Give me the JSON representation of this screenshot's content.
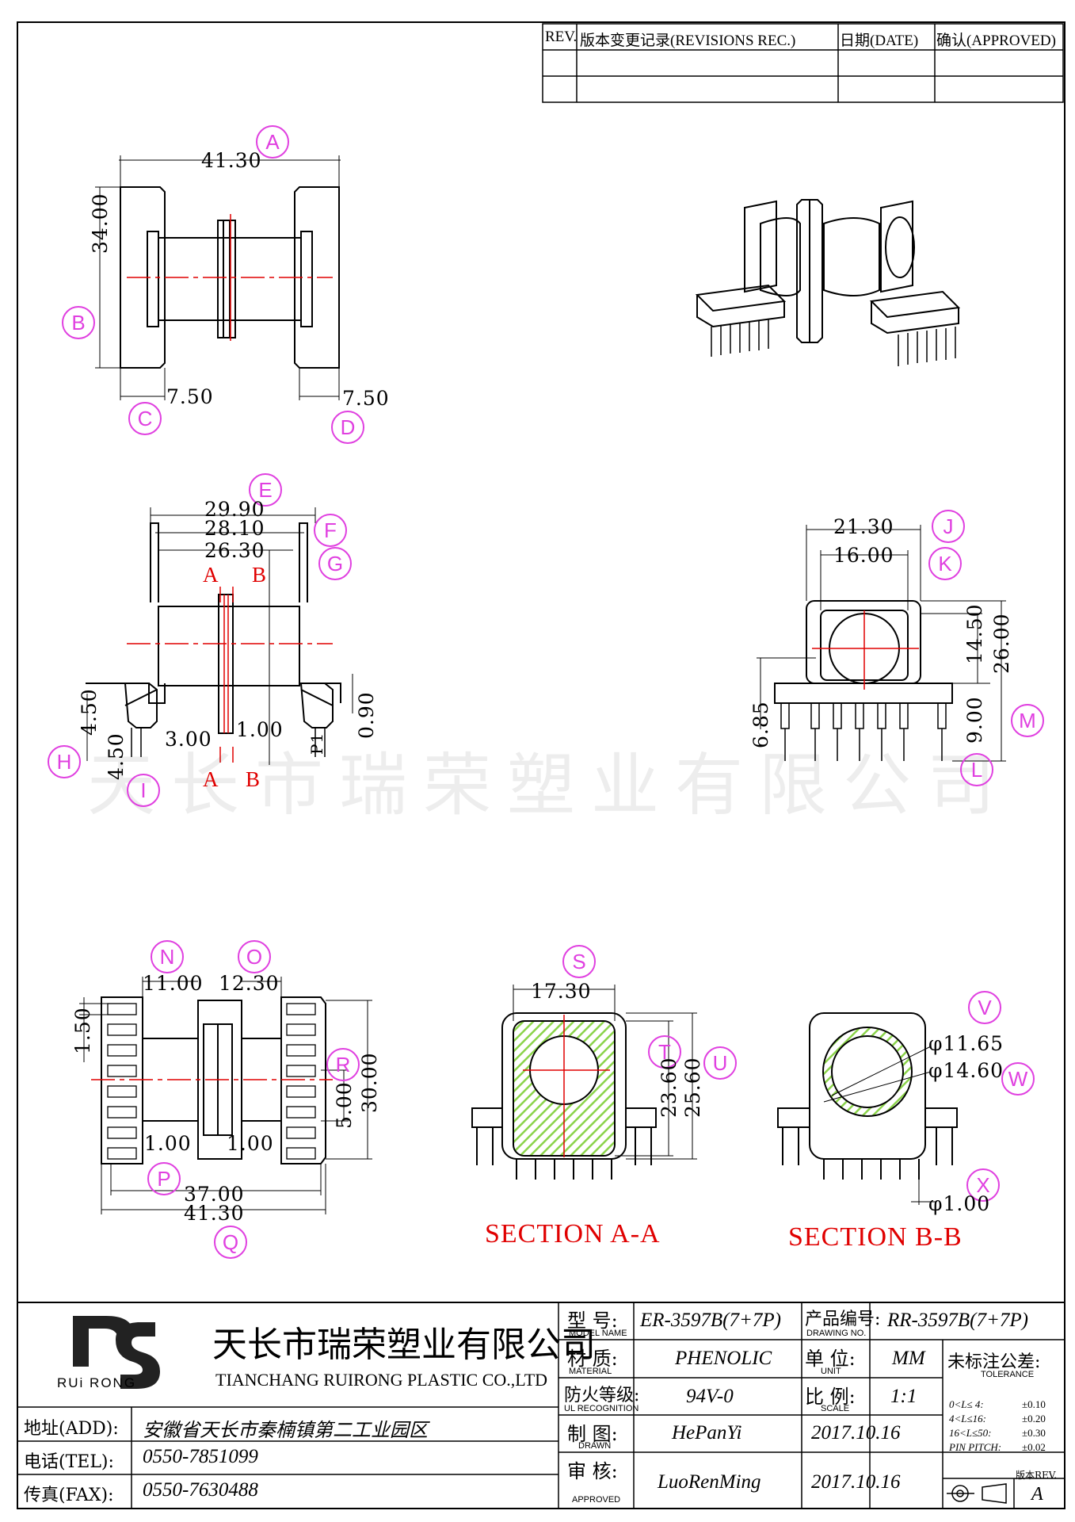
{
  "revision_table": {
    "headers": [
      "REV.",
      "版本变更记录(REVISIONS REC.)",
      "日期(DATE)",
      "确认(APPROVED)"
    ]
  },
  "watermark": "天长市瑞荣塑业有限公司",
  "callouts": [
    "A",
    "B",
    "C",
    "D",
    "E",
    "F",
    "G",
    "H",
    "I",
    "J",
    "K",
    "L",
    "M",
    "N",
    "O",
    "P",
    "Q",
    "R",
    "S",
    "T",
    "U",
    "V",
    "W",
    "X"
  ],
  "dimensions": {
    "top_view": {
      "width": "41.30",
      "height": "34.00",
      "left_flange": "7.50",
      "right_flange": "7.50"
    },
    "front_view": {
      "d1": "29.90",
      "d2": "28.10",
      "d3": "26.30",
      "d_h": "4.50",
      "d_i": "4.50",
      "d_gap": "3.00",
      "d_wall": "1.00",
      "d_pin": "0.90",
      "pin_label": "P1",
      "section_a": "A",
      "section_b": "B"
    },
    "side_view": {
      "j": "21.30",
      "k": "16.00",
      "l": "9.00",
      "m": "26.00",
      "h1": "14.50",
      "h2": "6.85"
    },
    "bottom_view": {
      "n": "11.00",
      "o": "12.30",
      "pitch": "1.50",
      "p1": "1.00",
      "p2": "1.00",
      "r": "5.00",
      "r2": "30.00",
      "q1": "37.00",
      "q2": "41.30"
    },
    "section_a": {
      "s": "17.30",
      "t": "23.60",
      "u": "25.60",
      "title": "SECTION A-A"
    },
    "section_b": {
      "v": "φ11.65",
      "w": "φ14.60",
      "x": "φ1.00",
      "title": "SECTION B-B"
    }
  },
  "title_block": {
    "company_cn": "天长市瑞荣塑业有限公司",
    "company_en": "TIANCHANG RUIRONG PLASTIC CO.,LTD",
    "logo_text": "RUi RONG",
    "address_label": "地址(ADD):",
    "address": "安徽省天长市秦楠镇第二工业园区",
    "tel_label": "电话(TEL):",
    "tel": "0550-7851099",
    "fax_label": "传真(FAX):",
    "fax": "0550-7630488",
    "model_label_cn": "型  号:",
    "model_label_en": "MODEL NAME",
    "model": "ER-3597B(7+7P)",
    "drawing_label_cn": "产品编号:",
    "drawing_label_en": "DRAWING NO.",
    "drawing_no": "RR-3597B(7+7P)",
    "material_label_cn": "材  质:",
    "material_label_en": "MATERIAL",
    "material": "PHENOLIC",
    "unit_label_cn": "单  位:",
    "unit_label_en": "UNIT",
    "unit": "MM",
    "ul_label_cn": "防火等级:",
    "ul_label_en": "UL RECOGNITION",
    "ul": "94V-0",
    "scale_label_cn": "比  例:",
    "scale_label_en": "SCALE",
    "scale": "1:1",
    "drawn_label_cn": "制  图:",
    "drawn_label_en": "DRAWN",
    "drawn_by": "HePanYi",
    "drawn_date": "2017.10.16",
    "approved_label_cn": "审  核:",
    "approved_label_en": "APPROVED",
    "approved_by": "LuoRenMing",
    "approved_date": "2017.10.16",
    "tolerance_title_cn": "未标注公差:",
    "tolerance_title_en": "TOLERANCE",
    "tolerances": [
      {
        "range": "0<L≤ 4:",
        "value": "±0.10"
      },
      {
        "range": "4<L≤16:",
        "value": "±0.20"
      },
      {
        "range": "16<L≤50:",
        "value": "±0.30"
      },
      {
        "range": "PIN PITCH:",
        "value": "±0.02"
      }
    ],
    "version_label": "版本REV.",
    "version": "A"
  },
  "colors": {
    "callout": "#e040e0",
    "section_text": "#e00000",
    "centerline": "#e00000",
    "hatch": "#8bd34a"
  }
}
